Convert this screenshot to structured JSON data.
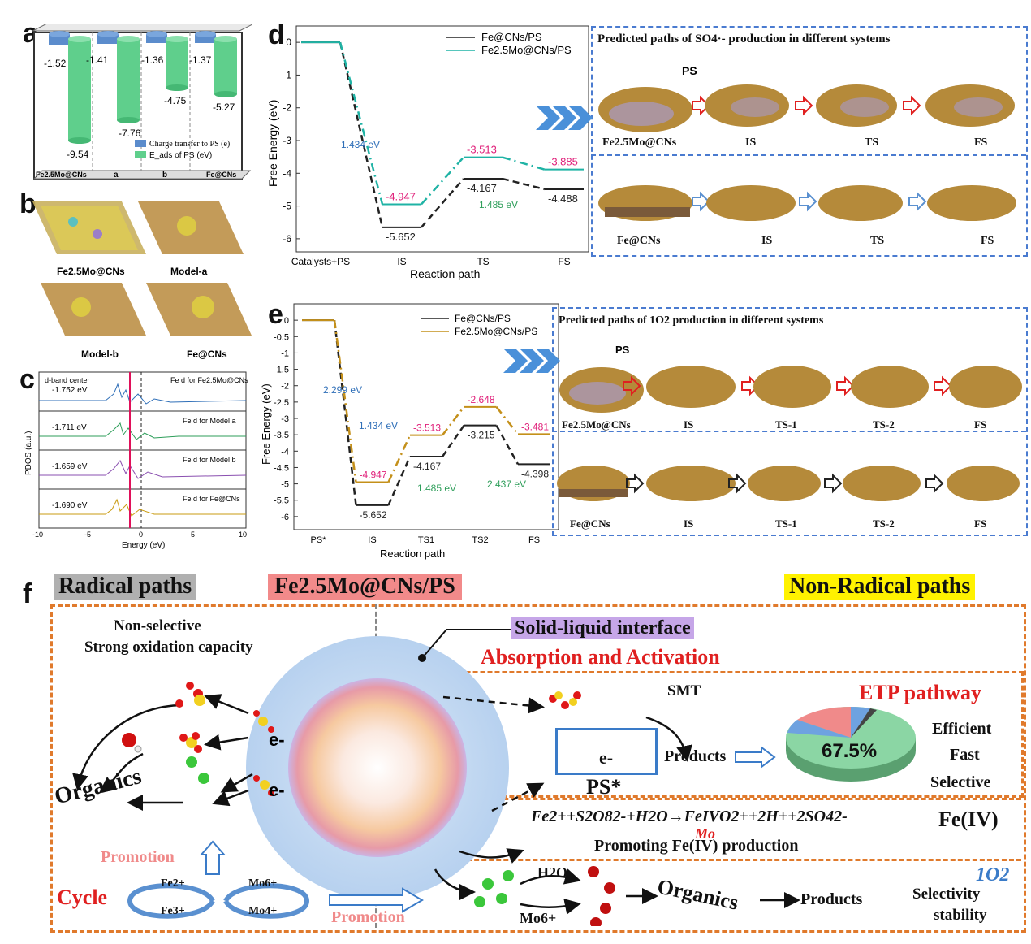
{
  "panel_labels": {
    "a": "a",
    "b": "b",
    "c": "c",
    "d": "d",
    "e": "e",
    "f": "f"
  },
  "panel_a": {
    "legend": [
      "Charge transfer to PS (e)",
      "E_ads of PS (eV)"
    ],
    "categories": [
      "Fe2.5Mo@CNs",
      "a",
      "b",
      "Fe@CNs"
    ],
    "charge_labels": [
      "-1.52",
      "-1.41",
      "-1.36",
      "-1.37"
    ],
    "eads_labels": [
      "-9.54",
      "-7.76",
      "-4.75",
      "-5.27"
    ],
    "colors": {
      "charge": "#5b8ccc",
      "eads": "#5fcf8c"
    }
  },
  "panel_b": {
    "labels": [
      "Fe2.5Mo@CNs",
      "Model-a",
      "Model-b",
      "Fe@CNs"
    ]
  },
  "panel_c": {
    "xlabel": "Energy (eV)",
    "ylabel": "PDOS (a.u.)",
    "xticks": [
      "-10",
      "-5",
      "0",
      "5",
      "10"
    ],
    "dband_text": "d-band center",
    "traces": [
      {
        "value": "-1.752 eV",
        "title": "Fe d for Fe2.5Mo@CNs",
        "color": "#2f6fb8"
      },
      {
        "value": "-1.711 eV",
        "title": "Fe d for Model a",
        "color": "#2e9e5a"
      },
      {
        "value": "-1.659 eV",
        "title": "Fe d for Model b",
        "color": "#8a4fb0"
      },
      {
        "value": "-1.690 eV",
        "title": "Fe d for Fe@CNs",
        "color": "#c99b10"
      }
    ]
  },
  "panel_d": {
    "legend": [
      "Fe@CNs/PS",
      "Fe2.5Mo@CNs/PS"
    ],
    "xlabel": "Reaction path",
    "ylabel": "Free Energy (eV)",
    "xticks": [
      "Catalysts+PS",
      "IS",
      "TS",
      "FS"
    ],
    "yticks": [
      "0",
      "-1",
      "-2",
      "-3",
      "-4",
      "-5",
      "-6"
    ],
    "annotations": {
      "feMo_barrier": "1.434 eV",
      "fe_barrier": "1.485 eV"
    },
    "box_title": "Predicted paths of SO4·- production in different systems",
    "row1": [
      "Fe2.5Mo@CNs",
      "IS",
      "TS",
      "FS"
    ],
    "row2": [
      "Fe@CNs",
      "IS",
      "TS",
      "FS"
    ],
    "ps_label": "PS"
  },
  "panel_e": {
    "legend": [
      "Fe@CNs/PS",
      "Fe2.5Mo@CNs/PS"
    ],
    "xlabel": "Reaction path",
    "ylabel": "Free Energy (eV)",
    "xticks": [
      "PS*",
      "IS",
      "TS1",
      "TS2",
      "FS"
    ],
    "yticks": [
      "0",
      "-0.5",
      "-1",
      "-1.5",
      "-2",
      "-2.5",
      "-3",
      "-3.5",
      "-4",
      "-4.5",
      "-5",
      "-5.5",
      "-6"
    ],
    "annotations": {
      "a1": "2.299 eV",
      "a2": "1.434 eV",
      "a3": "1.485 eV",
      "a4": "2.437 eV"
    },
    "box_title": "Predicted paths of 1O2 production in different systems",
    "row1": [
      "Fe2.5Mo@CNs",
      "IS",
      "TS-1",
      "TS-2",
      "FS"
    ],
    "row2": [
      "Fe@CNs",
      "IS",
      "TS-1",
      "TS-2",
      "FS"
    ],
    "ps_label": "PS"
  },
  "chart_data": [
    {
      "type": "line",
      "xlabel": "Reaction path",
      "ylabel": "Free Energy (eV)",
      "categories": [
        "Catalysts+PS",
        "IS",
        "TS",
        "FS"
      ],
      "ylim": [
        -6.4,
        0.5
      ],
      "series": [
        {
          "name": "Fe@CNs/PS",
          "values": [
            0,
            -5.652,
            -4.167,
            -4.488
          ],
          "labels": [
            "",
            "-5.652",
            "-4.167",
            "-4.488"
          ]
        },
        {
          "name": "Fe2.5Mo@CNs/PS",
          "values": [
            0,
            -4.947,
            -3.513,
            -3.885
          ],
          "labels": [
            "",
            "-4.947",
            "-3.513",
            "-3.885"
          ]
        }
      ]
    },
    {
      "type": "line",
      "xlabel": "Reaction path",
      "ylabel": "Free Energy (eV)",
      "categories": [
        "PS*",
        "IS",
        "TS1",
        "TS2",
        "FS"
      ],
      "ylim": [
        -6.4,
        0.5
      ],
      "series": [
        {
          "name": "Fe@CNs/PS",
          "values": [
            0,
            -5.652,
            -4.167,
            -3.215,
            -4.398
          ],
          "labels": [
            "",
            "-5.652",
            "-4.167",
            "-3.215",
            "-4.398"
          ]
        },
        {
          "name": "Fe2.5Mo@CNs/PS",
          "values": [
            0,
            -4.947,
            -3.513,
            -2.648,
            -3.481
          ],
          "labels": [
            "",
            "-4.947",
            "-3.513",
            "-2.648",
            "-3.481"
          ]
        }
      ]
    }
  ],
  "panel_f": {
    "header_left": "Radical paths",
    "header_mid": "Fe2.5Mo@CNs/PS",
    "header_right": "Non-Radical paths",
    "nonselective": "Non-selective",
    "strong_ox": "Strong oxidation capacity",
    "solid_liquid": "Solid-liquid interface",
    "absorption": "Absorption and Activation",
    "etp": "ETP pathway",
    "smt": "SMT",
    "products": "Products",
    "ps_star": "PS*",
    "electron": "e-",
    "pie_value": "67.5%",
    "efficient": "Efficient",
    "fast": "Fast",
    "selective": "Selective",
    "fe_eq": "Fe2++S2O82-+H2O→FeIVO2++2H++2SO42-",
    "mo": "Mo",
    "fe_iv": "Fe(IV)",
    "promoting": "Promoting Fe(IV) production",
    "organics": "Organics",
    "promotion": "Promotion",
    "cycle": "Cycle",
    "fe2": "Fe2+",
    "fe3": "Fe3+",
    "mo6": "Mo6+",
    "mo4": "Mo4+",
    "h2o": "H2O",
    "mo6b": "Mo6+",
    "organics2": "Organics",
    "products2": "Products",
    "o2": "1O2",
    "selectivity": "Selectivity",
    "stability": "stability"
  }
}
